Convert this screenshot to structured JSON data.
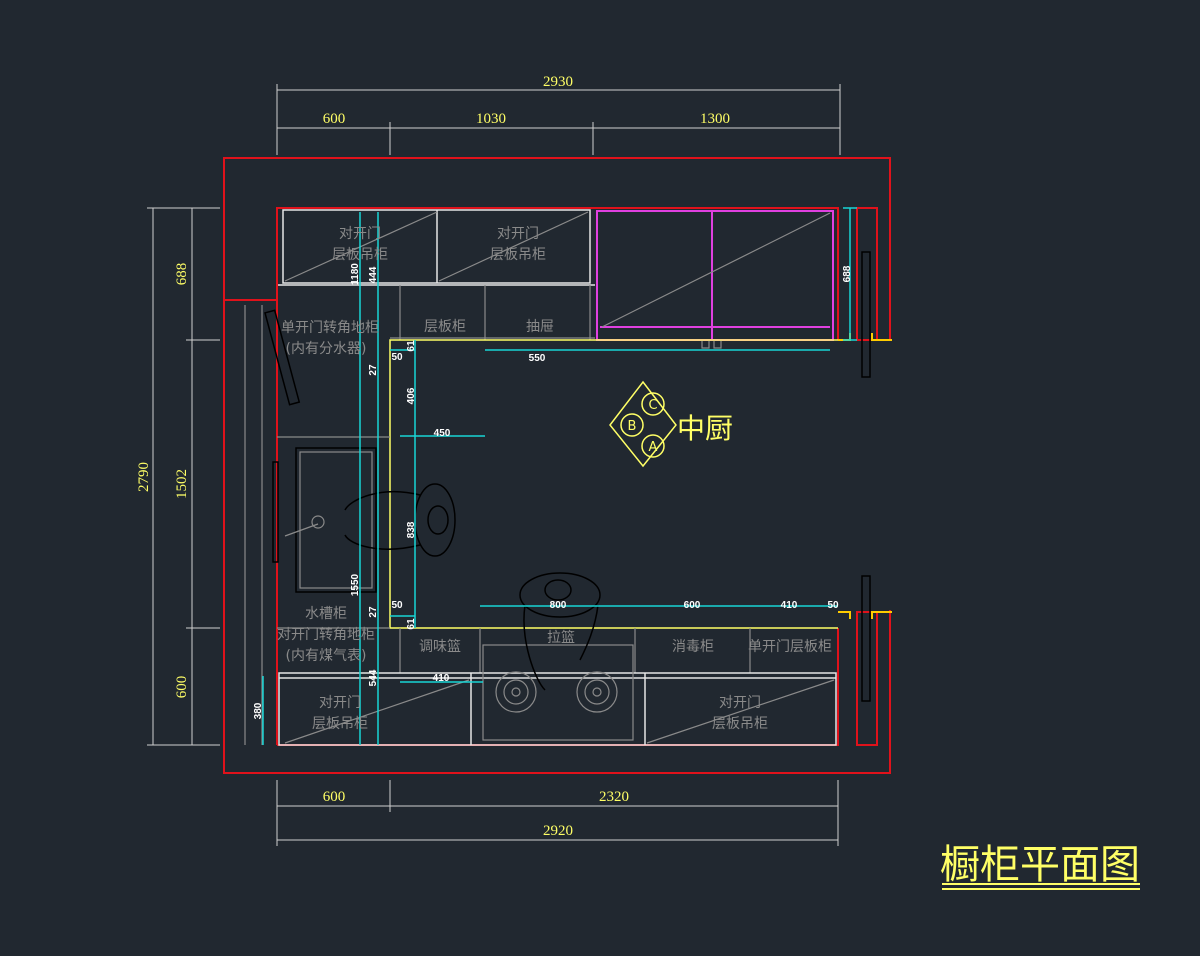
{
  "title": "橱柜平面图",
  "room_label": "中厨",
  "compass": {
    "a": "A",
    "b": "B",
    "c": "C"
  },
  "colors": {
    "background": "#212830",
    "wall": "#e0121b",
    "dimension_text": "#ffff66",
    "dimension_line": "#19d6d6",
    "glass_cabinet": "#e040e0"
  },
  "dimensions": {
    "top_total": "2930",
    "top_1": "600",
    "top_2": "1030",
    "top_3": "1300",
    "bottom_total": "2920",
    "bottom_1": "600",
    "bottom_2": "2320",
    "left_total": "2790",
    "left_1": "688",
    "left_2": "1502",
    "left_3": "600",
    "right_688": "688"
  },
  "inner_dims": [
    "1180",
    "444",
    "27",
    "50",
    "61",
    "550",
    "406",
    "450",
    "838",
    "1550",
    "27",
    "50",
    "61",
    "544",
    "410",
    "380",
    "800",
    "600",
    "410",
    "50"
  ],
  "labels": {
    "upper_left_1": "对开门",
    "upper_left_2": "层板吊柜",
    "upper_mid_1": "对开门",
    "upper_mid_2": "层板吊柜",
    "corner_top_1": "单开门转角地柜",
    "corner_top_2": "(内有分水器)",
    "shelf": "层板柜",
    "drawer": "抽屉",
    "sink": "水槽柜",
    "corner_bottom_1": "对开门转角地柜",
    "corner_bottom_2": "(内有煤气表)",
    "spice": "调味篮",
    "pull_basket": "拉篮",
    "sterilizer": "消毒柜",
    "single_door": "单开门层板柜",
    "lower_left_1": "对开门",
    "lower_left_2": "层板吊柜",
    "lower_right_1": "对开门",
    "lower_right_2": "层板吊柜"
  }
}
